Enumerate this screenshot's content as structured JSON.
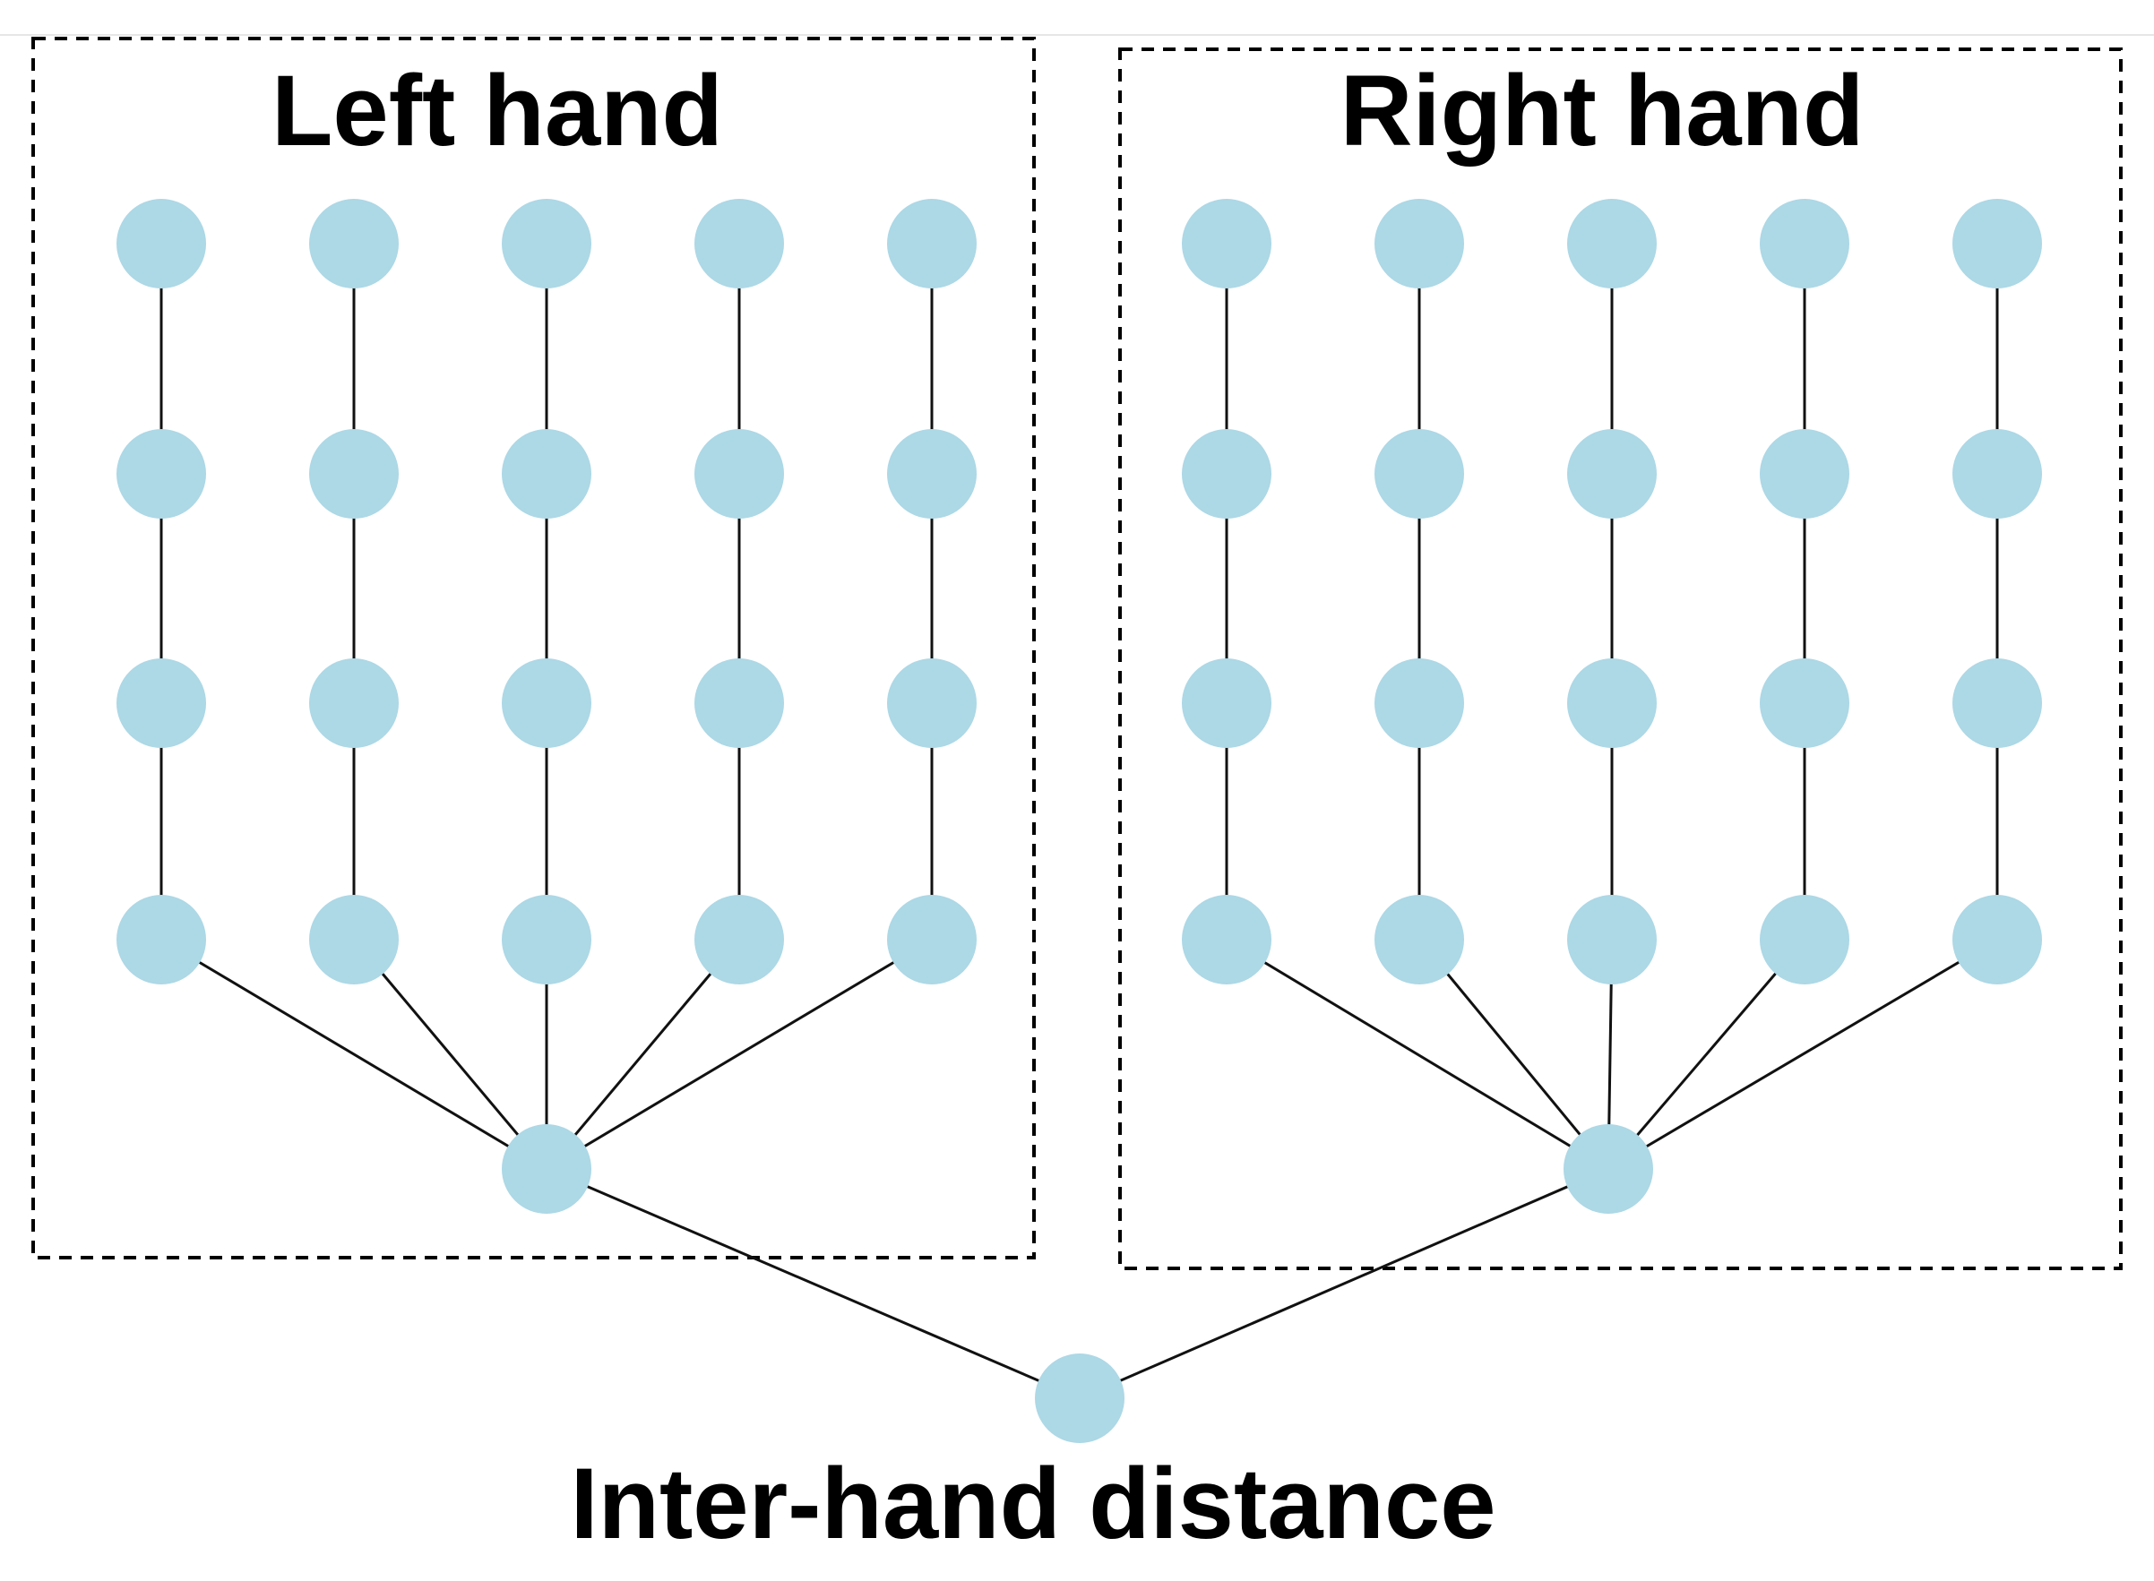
{
  "title_left": "Left hand",
  "title_right": "Right hand",
  "bottom_label": "Inter-hand distance",
  "node_color": "#ADD8E6",
  "edge_color": "#111111",
  "frame_color": "#000000",
  "background": "#ffffff"
}
